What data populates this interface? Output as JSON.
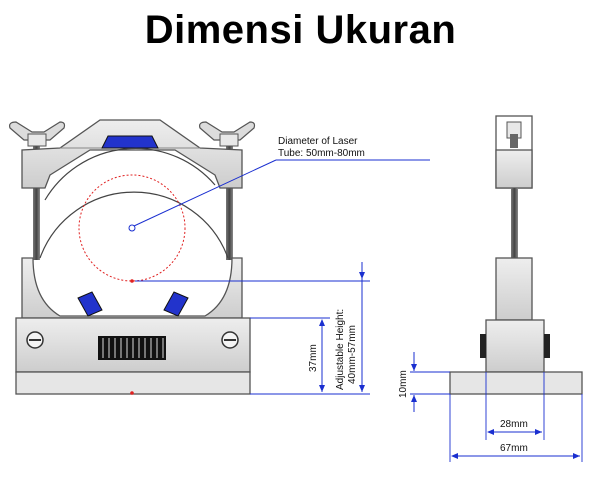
{
  "title": "Dimensi Ukuran",
  "labels": {
    "diameter_line1": "Diameter of Laser",
    "diameter_line2": "Tube: 50mm-80mm",
    "height_37": "37mm",
    "adj_line1": "Adjustable Height:",
    "adj_line2": "40mm-57mm",
    "h_10": "10mm",
    "w_28": "28mm",
    "w_67": "67mm"
  },
  "colors": {
    "dimension_blue": "#1a2fd0",
    "clamp_pad_blue": "#2233cc",
    "guide_red": "#e02020",
    "metal_light": "#e4e4e4",
    "metal_mid": "#cfcfcf",
    "rod_dark": "#555555"
  }
}
